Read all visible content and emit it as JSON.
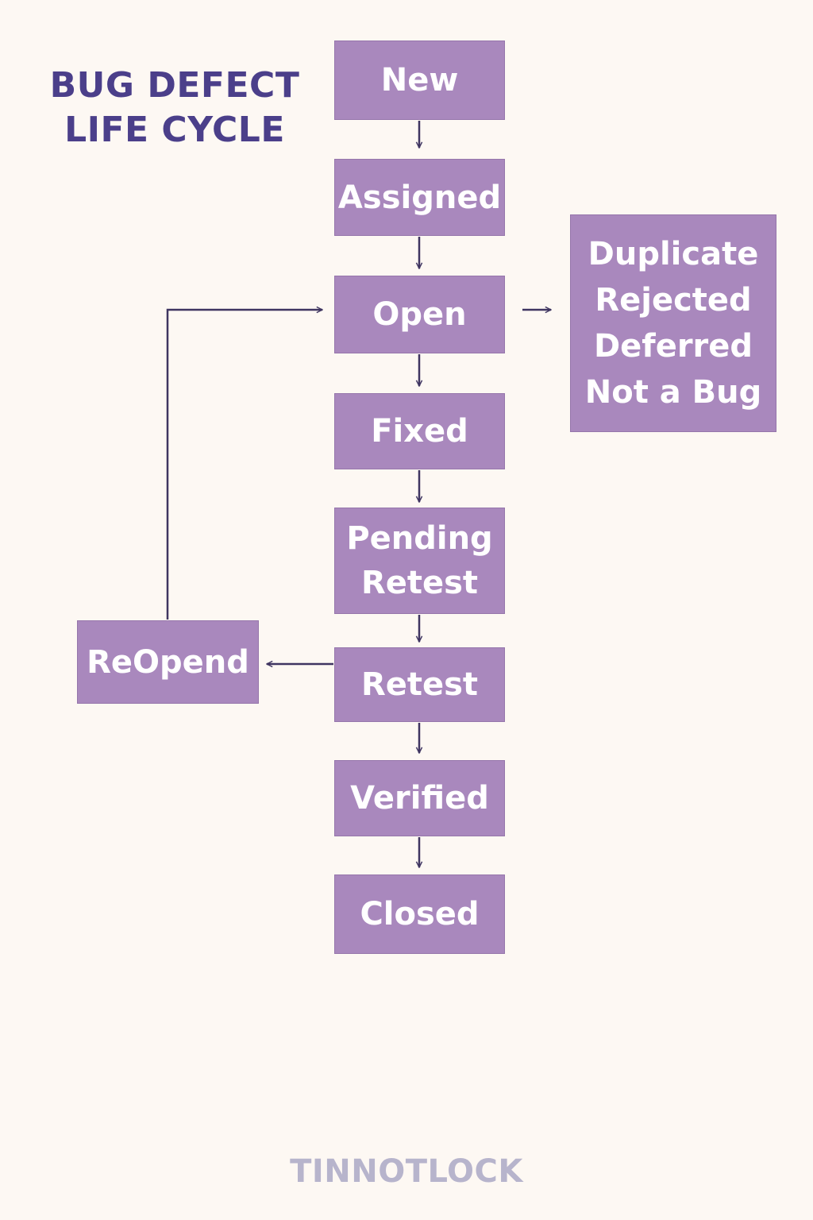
{
  "title": {
    "line1": "BUG DEFECT",
    "line2": "LIFE CYCLE"
  },
  "nodes": {
    "new": "New",
    "assigned": "Assigned",
    "open": "Open",
    "fixed": "Fixed",
    "pending_retest": [
      "Pending",
      "Retest"
    ],
    "retest": "Retest",
    "verified": "Verified",
    "closed": "Closed",
    "reopend": "ReOpend",
    "side_states": [
      "Duplicate",
      "Rejected",
      "Deferred",
      "Not a Bug"
    ]
  },
  "footer": "TINNOTLOCK",
  "colors": {
    "background": "#fdf8f3",
    "box_fill": "#a988bd",
    "title": "#4b3f8a",
    "arrow": "#3f3561",
    "footer": "#b7b4cc"
  }
}
